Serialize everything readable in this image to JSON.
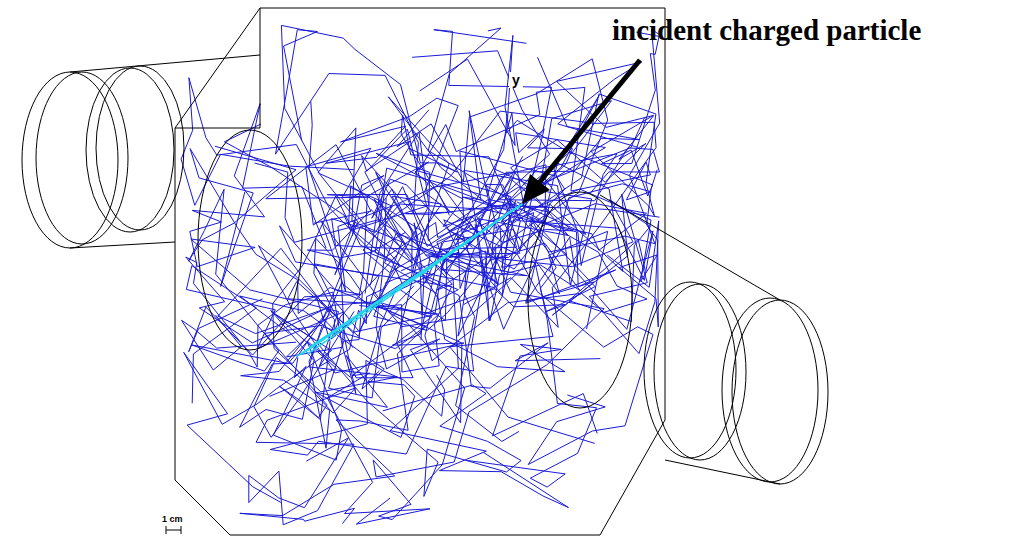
{
  "diagram": {
    "labels": [
      "incident charged particle",
      "y",
      "1 cm"
    ]
  }
}
